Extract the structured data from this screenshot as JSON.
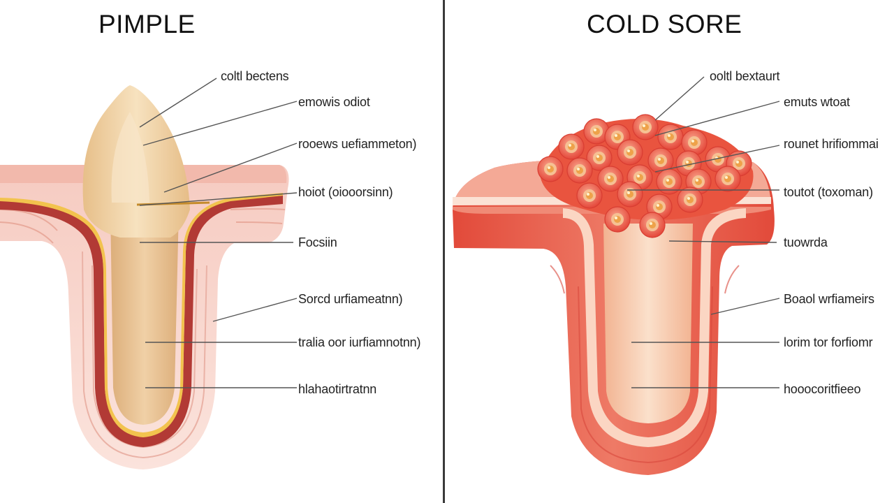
{
  "panels": {
    "pimple": {
      "title": "PIMPLE",
      "labels": [
        "coltl bectens",
        "emowis odiot",
        "rooews uefiammeton)",
        "hoiot (oiooorsinn)",
        "Focsiin",
        "Sorcd urfiameatnn)",
        "tralia oor iurfiamnotnn)",
        "hlahaotirtratnn"
      ]
    },
    "cold_sore": {
      "title": "COLD SORE",
      "labels": [
        "ooltl bextaurt",
        "emuts wtoat",
        "rounet hrifiommai",
        "toutot (toxoman)",
        "tuowrda",
        "Boaol wrfiameirs",
        "lorim tor forfiomr",
        "hooocoritfieeo"
      ]
    }
  },
  "colors": {
    "pimple_head": "#eed0a4",
    "pimple_skin": "#f7d4cc",
    "pimple_dark_band": "#b23a35",
    "pimple_yellow_band": "#f2c34e",
    "cold_sore_tissue": "#e8604d",
    "cold_sore_blister": "#e94d3f",
    "cold_sore_inner": "#f6c3a2",
    "divider": "#3a3a3a"
  }
}
